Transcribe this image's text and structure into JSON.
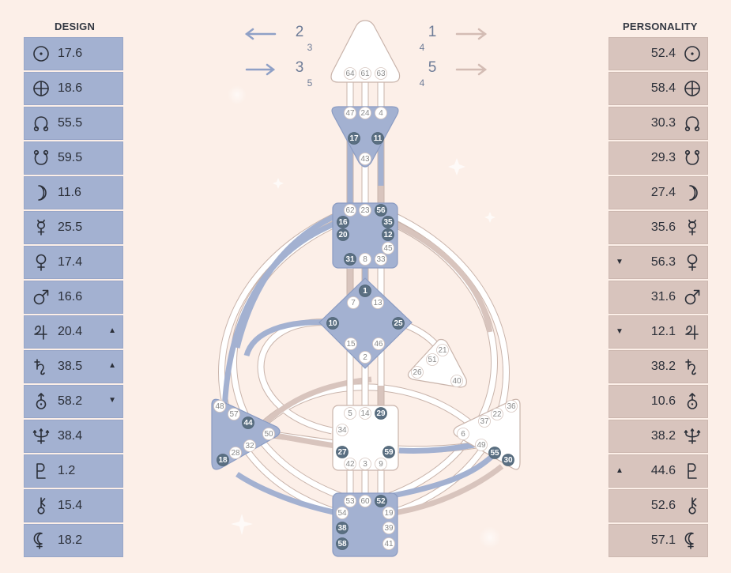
{
  "headers": {
    "design": "DESIGN",
    "personality": "PERSONALITY"
  },
  "colors": {
    "background": "#fcefe8",
    "design": "#a3b1d1",
    "personality": "#d8c4bd",
    "defined_center": "#a3b1d1",
    "active_gate": "#5a6f82",
    "text": "#2b2f38"
  },
  "design": [
    {
      "planet": "sun-icon",
      "value": "17.6",
      "arrow": ""
    },
    {
      "planet": "earth-icon",
      "value": "18.6",
      "arrow": ""
    },
    {
      "planet": "north-node-icon",
      "value": "55.5",
      "arrow": ""
    },
    {
      "planet": "south-node-icon",
      "value": "59.5",
      "arrow": ""
    },
    {
      "planet": "moon-icon",
      "value": "11.6",
      "arrow": ""
    },
    {
      "planet": "mercury-icon",
      "value": "25.5",
      "arrow": ""
    },
    {
      "planet": "venus-icon",
      "value": "17.4",
      "arrow": ""
    },
    {
      "planet": "mars-icon",
      "value": "16.6",
      "arrow": ""
    },
    {
      "planet": "jupiter-icon",
      "value": "20.4",
      "arrow": "▲"
    },
    {
      "planet": "saturn-icon",
      "value": "38.5",
      "arrow": "▲"
    },
    {
      "planet": "uranus-icon",
      "value": "58.2",
      "arrow": "▼"
    },
    {
      "planet": "neptune-icon",
      "value": "38.4",
      "arrow": ""
    },
    {
      "planet": "pluto-icon",
      "value": "1.2",
      "arrow": ""
    },
    {
      "planet": "chiron-icon",
      "value": "15.4",
      "arrow": ""
    },
    {
      "planet": "lilith-icon",
      "value": "18.2",
      "arrow": ""
    }
  ],
  "personality": [
    {
      "planet": "sun-icon",
      "value": "52.4",
      "arrow": ""
    },
    {
      "planet": "earth-icon",
      "value": "58.4",
      "arrow": ""
    },
    {
      "planet": "north-node-icon",
      "value": "30.3",
      "arrow": ""
    },
    {
      "planet": "south-node-icon",
      "value": "29.3",
      "arrow": ""
    },
    {
      "planet": "moon-icon",
      "value": "27.4",
      "arrow": ""
    },
    {
      "planet": "mercury-icon",
      "value": "35.6",
      "arrow": ""
    },
    {
      "planet": "venus-icon",
      "value": "56.3",
      "arrow": "▼"
    },
    {
      "planet": "mars-icon",
      "value": "31.6",
      "arrow": ""
    },
    {
      "planet": "jupiter-icon",
      "value": "12.1",
      "arrow": "▼"
    },
    {
      "planet": "saturn-icon",
      "value": "38.2",
      "arrow": ""
    },
    {
      "planet": "uranus-icon",
      "value": "10.6",
      "arrow": ""
    },
    {
      "planet": "neptune-icon",
      "value": "38.2",
      "arrow": ""
    },
    {
      "planet": "pluto-icon",
      "value": "44.6",
      "arrow": "▲"
    },
    {
      "planet": "chiron-icon",
      "value": "52.6",
      "arrow": ""
    },
    {
      "planet": "lilith-icon",
      "value": "57.1",
      "arrow": ""
    }
  ],
  "variables": {
    "top_left": {
      "big": "2",
      "small": "3"
    },
    "bottom_left": {
      "big": "3",
      "small": "5"
    },
    "top_right": {
      "big": "1",
      "small": "4"
    },
    "bottom_right": {
      "big": "5",
      "small": "4"
    }
  },
  "gates": {
    "head": [
      "64",
      "61",
      "63"
    ],
    "ajna": [
      "47",
      "24",
      "4",
      "17",
      "11",
      "43"
    ],
    "throat": [
      "62",
      "23",
      "56",
      "16",
      "35",
      "20",
      "12",
      "45",
      "31",
      "8",
      "33"
    ],
    "g_center": [
      "1",
      "7",
      "13",
      "10",
      "25",
      "15",
      "46",
      "2"
    ],
    "ego": [
      "21",
      "51",
      "26",
      "40"
    ],
    "spleen": [
      "48",
      "57",
      "44",
      "50",
      "32",
      "28",
      "18"
    ],
    "sacral": [
      "5",
      "14",
      "29",
      "34",
      "27",
      "59",
      "42",
      "3",
      "9"
    ],
    "solar_plexus": [
      "36",
      "22",
      "37",
      "6",
      "49",
      "55",
      "30"
    ],
    "root": [
      "53",
      "60",
      "52",
      "54",
      "19",
      "38",
      "39",
      "58",
      "41"
    ]
  },
  "active_gates": [
    "17",
    "11",
    "56",
    "16",
    "35",
    "20",
    "12",
    "31",
    "1",
    "10",
    "25",
    "44",
    "18",
    "29",
    "27",
    "59",
    "55",
    "30",
    "52",
    "38",
    "58"
  ]
}
